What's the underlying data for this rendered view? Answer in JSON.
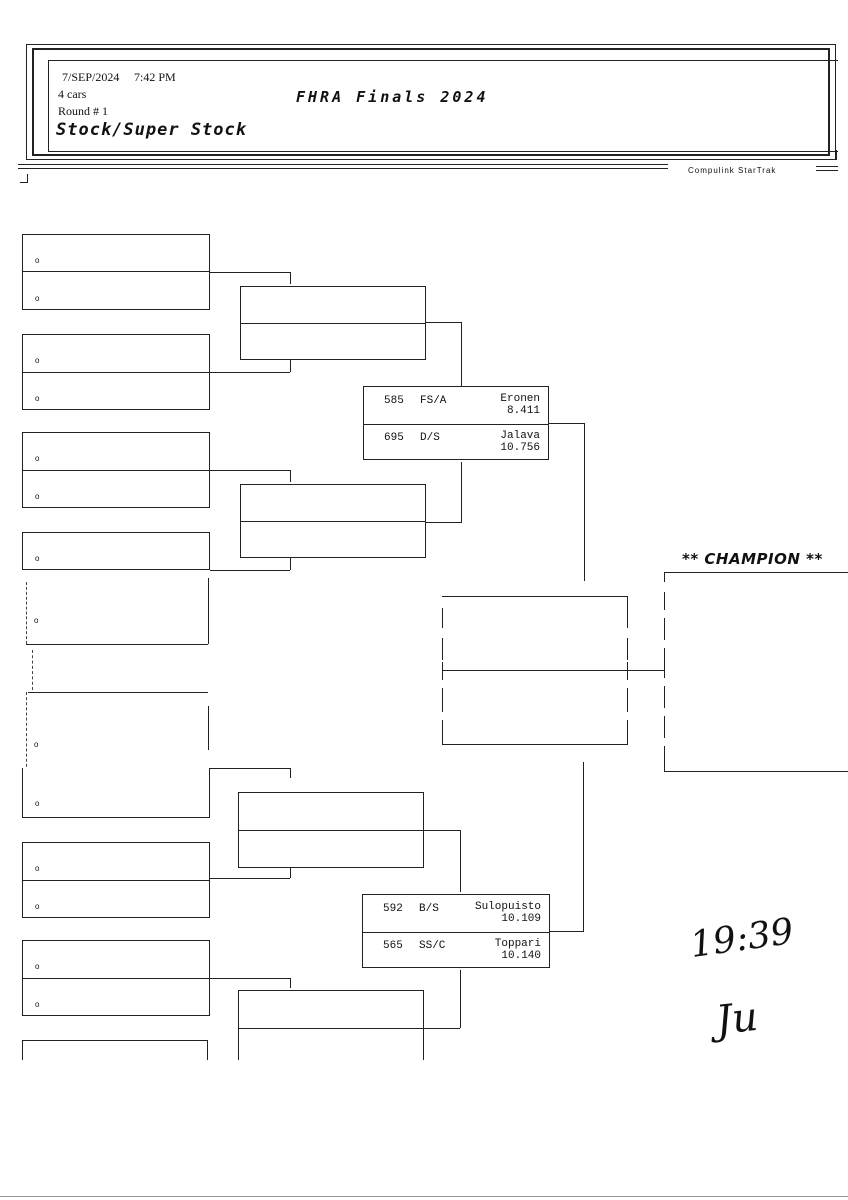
{
  "header": {
    "date": "7/SEP/2024",
    "time": "7:42 PM",
    "cars": "4 cars",
    "round": "Round # 1",
    "title": "FHRA Finals 2024",
    "class_name": "Stock/Super Stock"
  },
  "footer": {
    "brand": "Compulink  StarTrak"
  },
  "bracket": {
    "empty_marker": "o",
    "round2_upper": [
      {
        "number": "585",
        "class": "FS/A",
        "name": "Eronen",
        "time": "8.411"
      },
      {
        "number": "695",
        "class": "D/S",
        "name": "Jalava",
        "time": "10.756"
      }
    ],
    "round2_lower": [
      {
        "number": "592",
        "class": "B/S",
        "name": "Sulopuisto",
        "time": "10.109"
      },
      {
        "number": "565",
        "class": "SS/C",
        "name": "Toppari",
        "time": "10.140"
      }
    ],
    "champion_label": "** CHAMPION **"
  },
  "handwriting": {
    "time_note": "19:39",
    "initials": "Ju"
  }
}
